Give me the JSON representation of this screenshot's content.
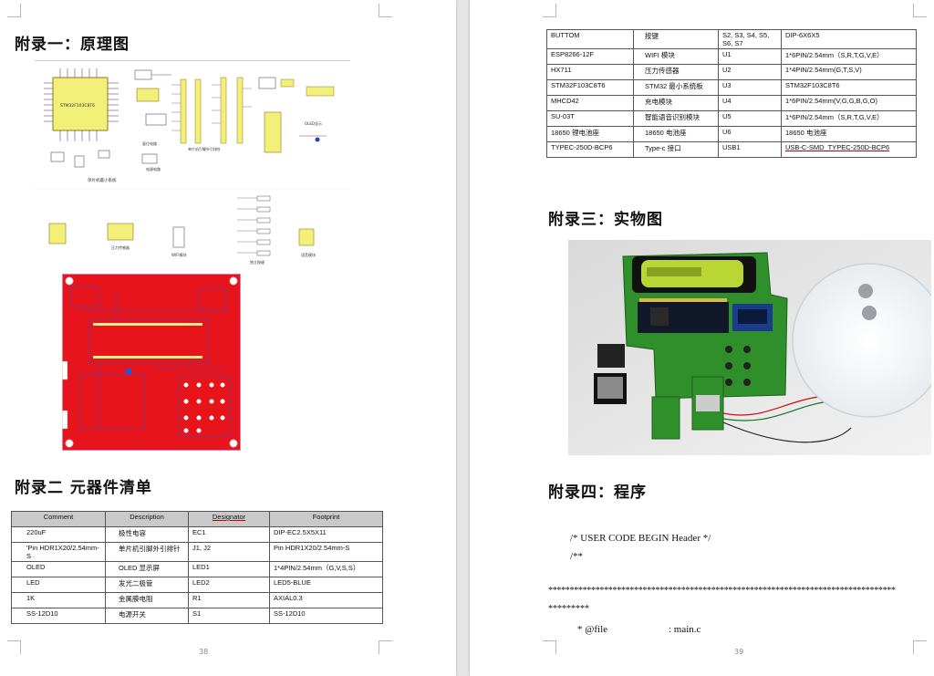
{
  "page1": {
    "heading1": "附录一：原理图",
    "heading2": "附录二  元器件清单",
    "page_number": "38",
    "schematic": {
      "mcu_label": "STM32F103C8T6",
      "caption_min_system": "单片机最小系统",
      "caption_reset": "复位电路",
      "caption_header": "单片机引脚外引排针",
      "caption_buttons": "独立按键",
      "caption_power": "电源电路",
      "caption_oled": "OLED显示",
      "caption_weight": "压力传感器",
      "caption_wifi": "WIFI模块",
      "caption_voice": "语音模块"
    },
    "bom": {
      "headers": [
        "Comment",
        "Description",
        "Designator",
        "Footprint"
      ],
      "rows": [
        [
          "220uF",
          "极性电容",
          "EC1",
          "DIP-EC2.5X5X11"
        ],
        [
          "'Pin HDR1X20/2.54mm-S",
          "单片机引脚外引排针",
          "J1, J2",
          "Pin HDR1X20/2.54mm-S"
        ],
        [
          "OLED",
          "OLED 显示屏",
          "LED1",
          "1*4PIN/2.54mm（G,V,S,S）"
        ],
        [
          "LED",
          "发光二极管",
          "LED2",
          "LED5-BLUE"
        ],
        [
          "1K",
          "金属膜电阻",
          "R1",
          "AXIAL0.3"
        ],
        [
          "SS-12D10",
          "电源开关",
          "S1",
          "SS-12D10"
        ]
      ]
    }
  },
  "page2": {
    "table_rows": [
      [
        "BUTTOM",
        "按键",
        "S2, S3, S4, S5, S6, S7",
        "DIP-6X6X5"
      ],
      [
        "ESP8266-12F",
        "WIFI 模块",
        "U1",
        "1*6PIN/2.54mm（S,R,T,G,V,E）"
      ],
      [
        "HX711",
        "压力传感器",
        "U2",
        "1*4PIN/2.54mm(G,T,S,V)"
      ],
      [
        "STM32F103C8T6",
        "STM32 最小系统板",
        "U3",
        "STM32F103C8T6"
      ],
      [
        "MHCD42",
        "充电模块",
        "U4",
        "1*6PIN/2.54mm(V,G,G,B,G,O)"
      ],
      [
        "SU-03T",
        "智能语音识别模块",
        "U5",
        "1*6PIN/2.54mm（S,R,T,G,V,E）"
      ],
      [
        "18650 锂电池座",
        "18650 电池座",
        "U6",
        "18650 电池座"
      ],
      [
        "TYPEC-250D-BCP6",
        "Type-c 接口",
        "USB1",
        "USB-C-SMD_TYPEC-250D-BCP6"
      ]
    ],
    "heading3": "附录三：实物图",
    "heading4": "附录四：程序",
    "code_lines": [
      "/* USER CODE BEGIN Header */",
      "/**",
      "*********************************************************************************",
      "*********",
      "* @file",
      ": main.c"
    ],
    "page_number": "39"
  },
  "colors": {
    "pcb_red": "#e8141c",
    "pcb_green": "#2f8f2a",
    "schematic_yellow": "#f3f07a",
    "table_header": "#c9c9c9"
  }
}
